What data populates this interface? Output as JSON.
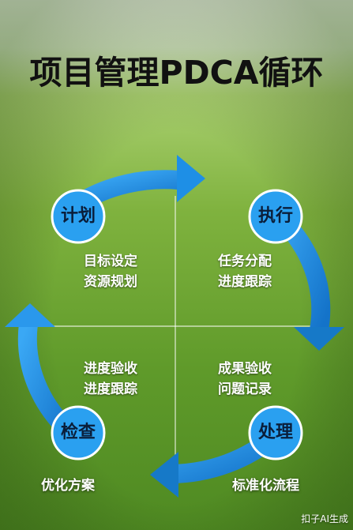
{
  "title": "项目管理PDCA循环",
  "colors": {
    "ring": "#1e8fe6",
    "ring_dark": "#1679c8",
    "node": "#2aa0f0",
    "node_border": "#ffffff"
  },
  "nodes": [
    {
      "id": "plan",
      "label": "计划",
      "lines": [
        "目标设定",
        "资源规划"
      ]
    },
    {
      "id": "do",
      "label": "执行",
      "lines": [
        "任务分配",
        "进度跟踪"
      ]
    },
    {
      "id": "act",
      "label": "处理",
      "lines": [
        "成果验收",
        "问题记录"
      ]
    },
    {
      "id": "check",
      "label": "检查",
      "lines": [
        "进度验收",
        "进度跟踪"
      ]
    }
  ],
  "bottom": {
    "left": "优化方案",
    "right": "标准化流程"
  },
  "watermark": "扣子AI生成"
}
